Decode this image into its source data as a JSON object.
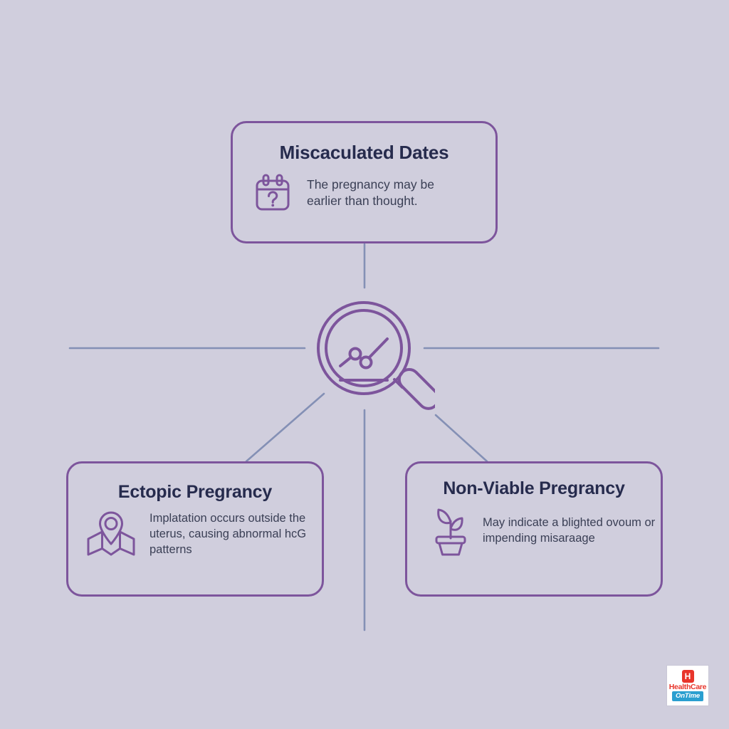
{
  "page": {
    "background_color": "#d0cedd",
    "title_color": "#262b4d",
    "body_text_color": "#3a3f55",
    "card_border_color": "#7d559c",
    "connector_color": "#8490b5",
    "icon_stroke_color": "#7d559c"
  },
  "center": {
    "icon_name": "magnifying-glass-chart-icon"
  },
  "cards": [
    {
      "id": "miscalculated-dates",
      "title": "Miscaculated Dates",
      "description": "The pregnancy may be earlier than thought.",
      "icon_name": "calendar-question-icon"
    },
    {
      "id": "ectopic-pregnancy",
      "title": "Ectopic Pregrancy",
      "description": "Implatation occurs outside the uterus, causing abnormal hcG patterns",
      "icon_name": "map-pin-icon"
    },
    {
      "id": "non-viable-pregnancy",
      "title": "Non-Viable Pregrancy",
      "description": "May indicate a blighted ovoum or impending misaraage",
      "icon_name": "potted-seedling-icon"
    }
  ],
  "logo": {
    "mark_letter": "H",
    "word": "HealthCare",
    "sub": "OnTime",
    "mark_color": "#e8352b",
    "word_color": "#e8352b",
    "sub_background": "#2a9fd0"
  }
}
